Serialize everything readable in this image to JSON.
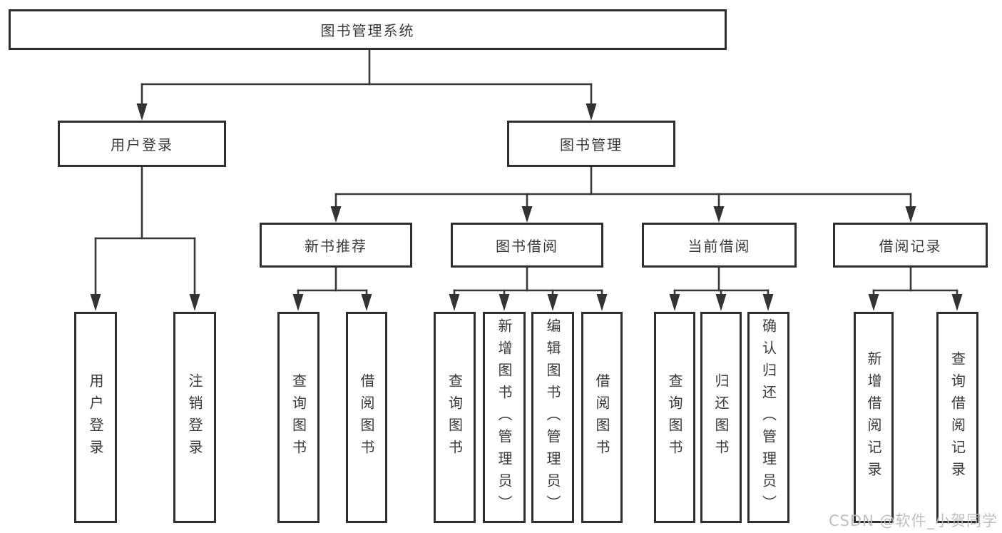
{
  "diagram": {
    "type": "hierarchy-tree",
    "background": "#ffffff",
    "line_color": "#383838",
    "box_border_color": "#2e2e2e",
    "text_color": "#3b3b3b",
    "watermark": {
      "text": "CSDN @软件_小贺同学",
      "color": "#b9bcc0"
    },
    "root": {
      "label": "图书管理系统",
      "children": [
        {
          "label": "用户登录",
          "children": [
            {
              "label": "用户登录"
            },
            {
              "label": "注销登录"
            }
          ]
        },
        {
          "label": "图书管理",
          "children": [
            {
              "label": "新书推荐",
              "children": [
                {
                  "label": "查询图书"
                },
                {
                  "label": "借阅图书"
                }
              ]
            },
            {
              "label": "图书借阅",
              "children": [
                {
                  "label": "查询图书"
                },
                {
                  "label": "新增图书（管理员）"
                },
                {
                  "label": "编辑图书（管理员）"
                },
                {
                  "label": "借阅图书"
                }
              ]
            },
            {
              "label": "当前借阅",
              "children": [
                {
                  "label": "查询图书"
                },
                {
                  "label": "归还图书"
                },
                {
                  "label": "确认归还（管理员）"
                }
              ]
            },
            {
              "label": "借阅记录",
              "children": [
                {
                  "label": "新增借阅记录"
                },
                {
                  "label": "查询借阅记录"
                }
              ]
            }
          ]
        }
      ]
    }
  }
}
